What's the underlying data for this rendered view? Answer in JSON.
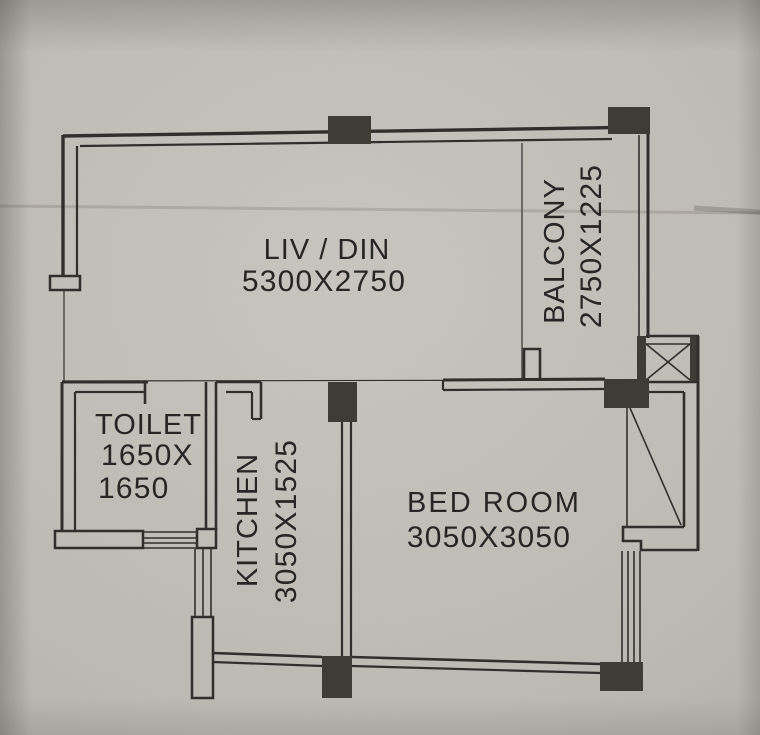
{
  "rooms": {
    "livdin": {
      "label": "LIV / DIN",
      "dims": "5300X2750"
    },
    "balcony": {
      "label": "BALCONY",
      "dims": "2750X1225"
    },
    "toilet": {
      "label": "TOILET",
      "dims_line1": "1650X",
      "dims_line2": "1650"
    },
    "kitchen": {
      "label": "KITCHEN",
      "dims": "3050X1525"
    },
    "bedroom": {
      "label": "BED ROOM",
      "dims": "3050X3050"
    }
  },
  "colors": {
    "paper": "#bdb9b3",
    "ink": "#2e2c29",
    "column_fill": "#3b3833",
    "text": "#232220"
  }
}
